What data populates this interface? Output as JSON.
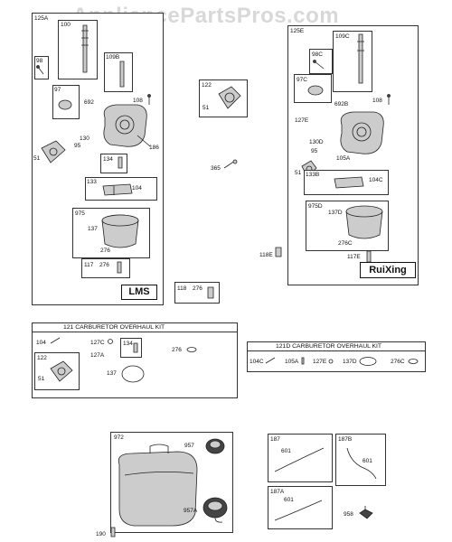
{
  "watermark": "AppliancePartsPros.com",
  "assembly_lms": {
    "code": "125A",
    "badge": "LMS",
    "parts": {
      "p100": "100",
      "p98": "98",
      "p109b": "109B",
      "p97": "97",
      "p692": "692",
      "p108": "108",
      "p130": "130",
      "p95": "95",
      "p186": "186",
      "p51": "51",
      "p134": "134",
      "p133": "133",
      "p104": "104",
      "p975": "975",
      "p137": "137",
      "p276": "276",
      "p117": "117",
      "p276b": "276"
    }
  },
  "assembly_ruixing": {
    "code": "125E",
    "badge": "RuiXing",
    "parts": {
      "p109c": "109C",
      "p98c": "98C",
      "p97c": "97C",
      "p692b": "692B",
      "p108": "108",
      "p127e": "127E",
      "p130d": "130D",
      "p95": "95",
      "p105a": "105A",
      "p51": "51",
      "p133b": "133B",
      "p104c": "104C",
      "p975d": "975D",
      "p137d": "137D",
      "p276c": "276C",
      "p117e": "117E"
    }
  },
  "loose_parts": {
    "p122": "122",
    "p51": "51",
    "p365": "365",
    "p118e": "118E",
    "p118": "118",
    "p276": "276"
  },
  "kit_121": {
    "title": "121 CARBURETOR OVERHAUL KIT",
    "parts": {
      "p104": "104",
      "p127c": "127C",
      "p134": "134",
      "p127a": "127A",
      "p276": "276",
      "p122": "122",
      "p51": "51",
      "p137": "137"
    }
  },
  "kit_121d": {
    "title": "121D CARBURETOR OVERHAUL KIT",
    "parts": {
      "p104c": "104C",
      "p105a": "105A",
      "p127e": "127E",
      "p137d": "137D",
      "p276c": "276C"
    }
  },
  "fuel_tank": {
    "parts": {
      "p972": "972",
      "p957": "957",
      "p957a": "957A",
      "p190": "190"
    }
  },
  "fuel_lines": {
    "parts": {
      "p187": "187",
      "p601a": "601",
      "p187b": "187B",
      "p601b": "601",
      "p187a": "187A",
      "p601c": "601",
      "p958": "958"
    }
  }
}
